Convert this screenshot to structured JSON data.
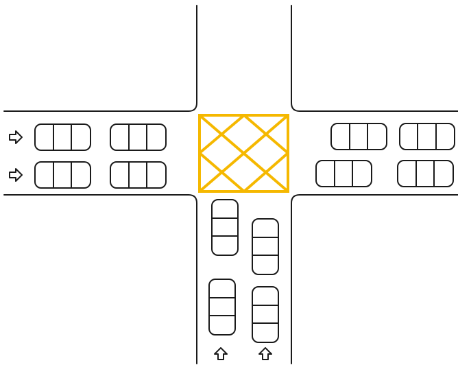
{
  "diagram": {
    "colors": {
      "background": "#ffffff",
      "road_edge": "#1a1a1a",
      "car_outline": "#1a1a1a",
      "box_junction": "#f5b800"
    },
    "box_junction": {
      "name": "yellow-box-junction",
      "pattern": "criss-cross"
    },
    "cars": {
      "west_approach_count": 4,
      "east_side_count": 4,
      "south_approach_count": 4
    },
    "direction_arrows": {
      "west": [
        "right-arrow-icon",
        "right-arrow-icon"
      ],
      "south": [
        "up-arrow-icon",
        "up-arrow-icon"
      ]
    }
  }
}
